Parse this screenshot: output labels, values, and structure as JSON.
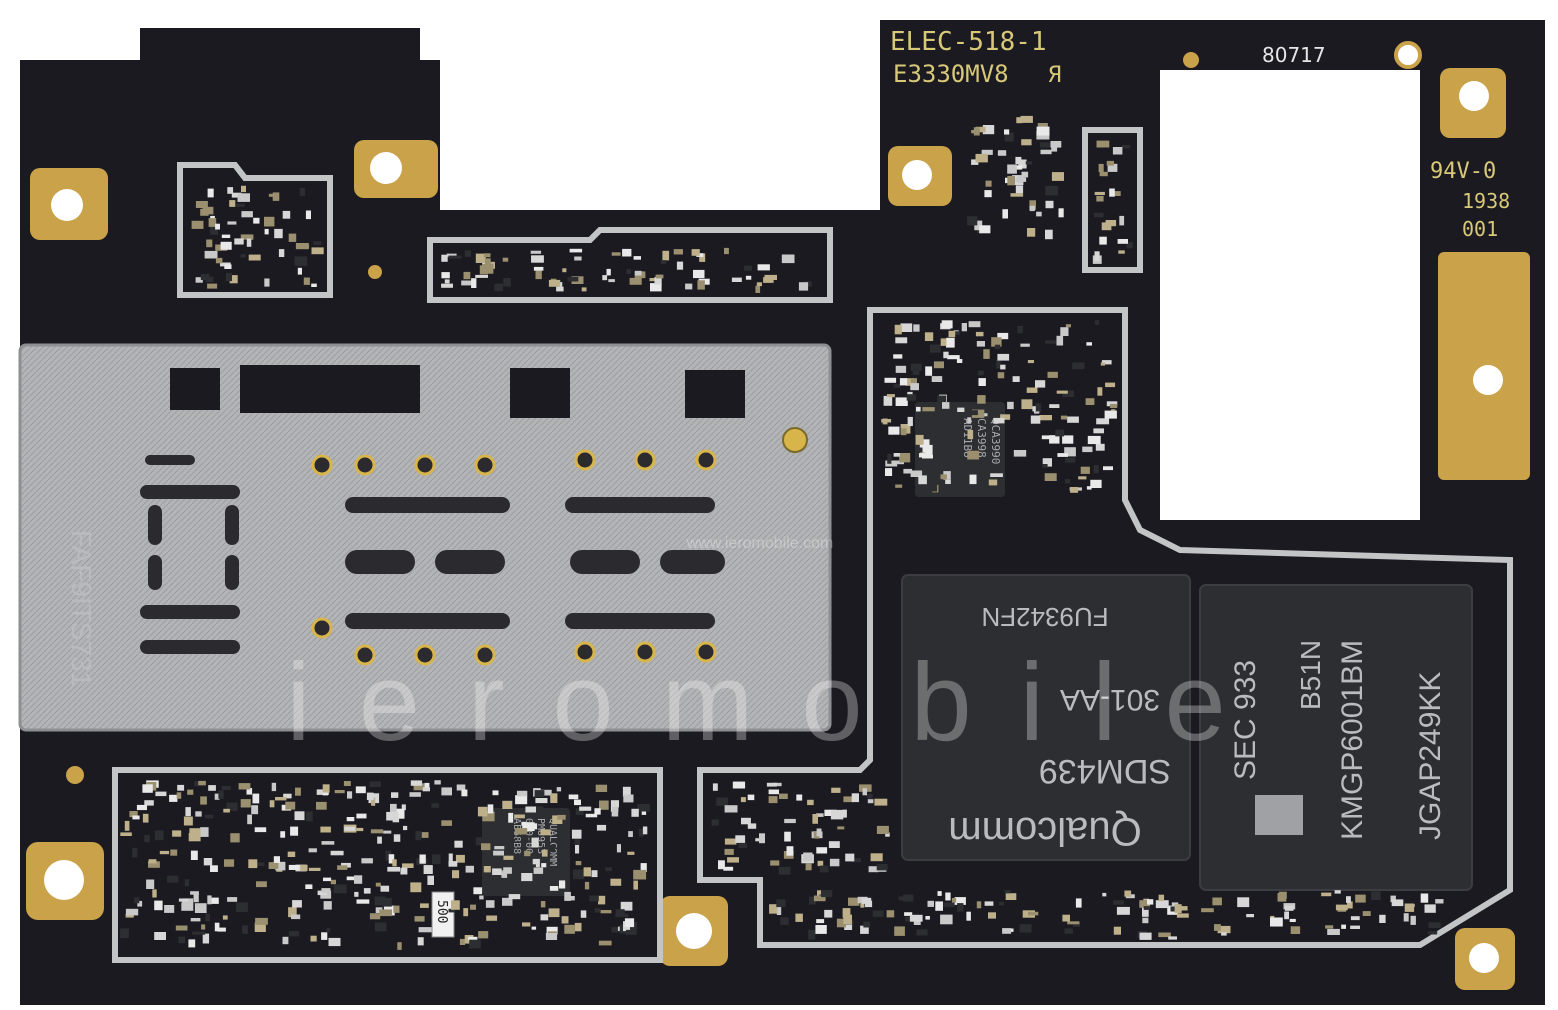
{
  "board": {
    "colors": {
      "pcb": "#1b1a21",
      "pcb_edge": "#24232b",
      "gold": "#c9a24a",
      "shield": "#bfc0c2",
      "chip": "#2d2e31",
      "background": "#ffffff"
    },
    "silkscreen": {
      "line1": "ELEC-518-1",
      "line2": "E3330MV8",
      "ul_mark": "Я",
      "board_number": "80717",
      "rating": "94V-0",
      "date_code": "1938",
      "code_small": "001"
    },
    "sim_tray": {
      "label": "FAF9ITS731"
    },
    "soc": {
      "brand": "Qualcomm",
      "model": "SDM439",
      "variant": "301-AA",
      "lot": "FU9342FN"
    },
    "memory": {
      "maker": "SEC 933",
      "line2": "B51N",
      "part": "KMGP6001BM",
      "lot": "JGAP249KK"
    },
    "small_chips": {
      "pmic": [
        "QUALCOMM",
        "PM8953",
        "0S0-00",
        "AE68B8"
      ],
      "rf": [
        "QCA3990",
        "CA3998",
        "AD11B8"
      ],
      "passive_label": "500"
    },
    "watermark": {
      "text": "ieromobile",
      "url": "www.ieromobile.com"
    }
  }
}
